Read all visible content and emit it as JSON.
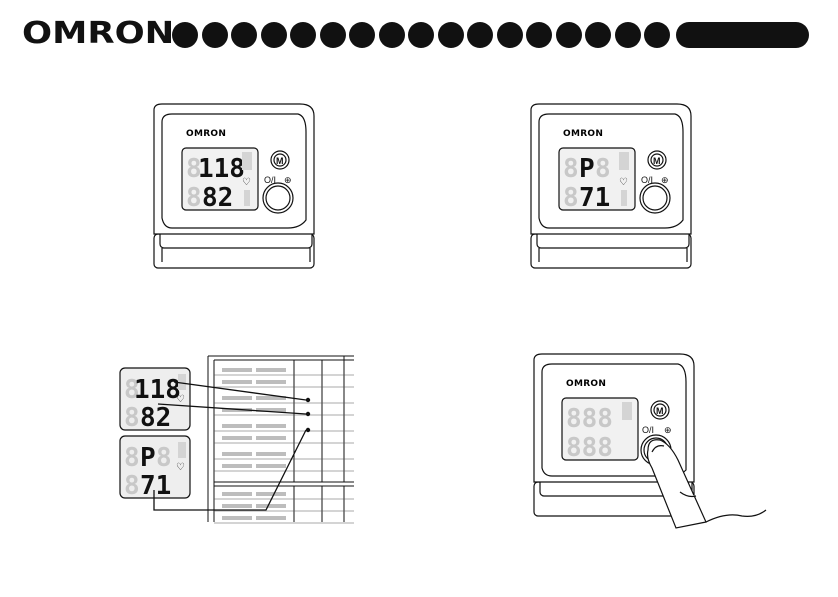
{
  "brand": "OMRON",
  "header": {
    "dot_count": 17
  },
  "monitor_a": {
    "brand": "OMRON",
    "systolic": "118",
    "diastolic": "82",
    "memory_key": "M",
    "power_label": "O/I"
  },
  "monitor_b": {
    "brand": "OMRON",
    "top": "P",
    "pulse": "71",
    "memory_key": "M",
    "power_label": "O/I"
  },
  "monitor_c": {
    "brand": "OMRON",
    "top": "888",
    "bottom": "888",
    "memory_key": "M",
    "power_label": "O/I"
  },
  "record_panel": {
    "display_1": {
      "top": "118",
      "bottom": "82"
    },
    "display_2": {
      "top": "P",
      "bottom": "71"
    }
  }
}
